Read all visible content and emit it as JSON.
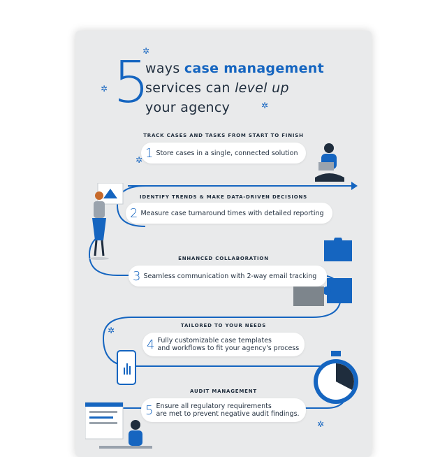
{
  "title": {
    "number": "5",
    "line1_plain": "ways ",
    "line1_accent": "case management",
    "line2_plain": "services can ",
    "line2_em": "level up",
    "line3": "your agency"
  },
  "steps": [
    {
      "heading": "TRACK CASES AND TASKS FROM START TO FINISH",
      "number": "1",
      "text": "Store cases in a single, connected solution"
    },
    {
      "heading": "IDENTIFY TRENDS & MAKE DATA-DRIVEN DECISIONS",
      "number": "2",
      "text": "Measure case turnaround times with detailed reporting"
    },
    {
      "heading": "ENHANCED COLLABORATION",
      "number": "3",
      "text": "Seamless communication with 2-way email tracking"
    },
    {
      "heading": "TAILORED TO YOUR NEEDS",
      "number": "4",
      "text_line1": "Fully customizable case templates",
      "text_line2": "and workflows to fit your agency's process"
    },
    {
      "heading": "AUDIT MANAGEMENT",
      "number": "5",
      "text_line1": "Ensure all regulatory requirements",
      "text_line2": "are met to prevent negative audit findings."
    }
  ],
  "colors": {
    "accent": "#1565c0",
    "card": "#e9eaeb",
    "text": "#1f2d3d"
  }
}
